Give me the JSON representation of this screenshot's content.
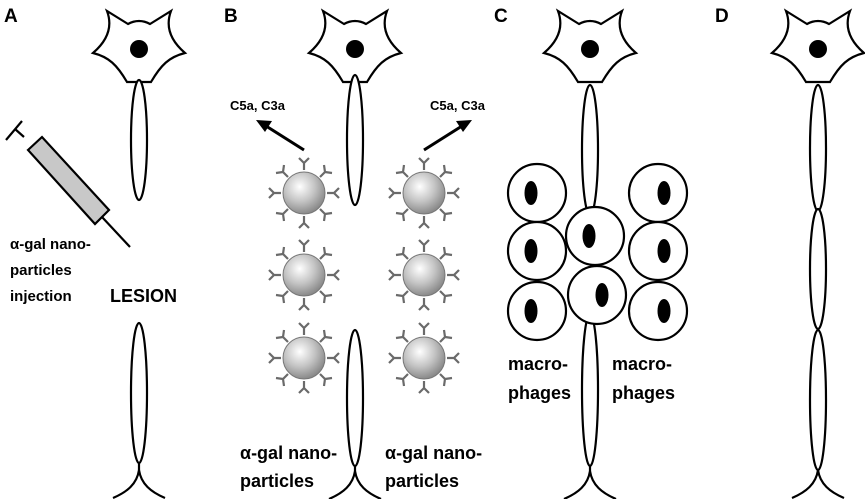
{
  "panels": {
    "a": {
      "letter": "A",
      "injection_label": [
        "α-gal nano-",
        "particles",
        "injection"
      ],
      "lesion_label": "LESION"
    },
    "b": {
      "letter": "B",
      "complement_left": "C5a, C3a",
      "complement_right": "C5a, C3a",
      "nano_left": [
        "α-gal nano-",
        "particles"
      ],
      "nano_right": [
        "α-gal nano-",
        "particles"
      ]
    },
    "c": {
      "letter": "C",
      "macro_left": [
        "macro-",
        "phages"
      ],
      "macro_right": [
        "macro-",
        "phages"
      ]
    },
    "d": {
      "letter": "D"
    }
  },
  "colors": {
    "line": "#000000",
    "syringe_body": "#c8c8c8",
    "spike": "#6a6a6a"
  }
}
